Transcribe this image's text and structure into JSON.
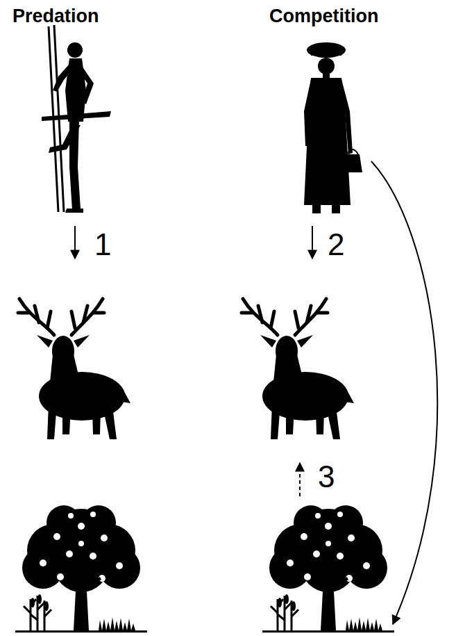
{
  "diagram": {
    "labels": [
      "Predation",
      "Competition",
      "1",
      "2",
      "3"
    ]
  }
}
